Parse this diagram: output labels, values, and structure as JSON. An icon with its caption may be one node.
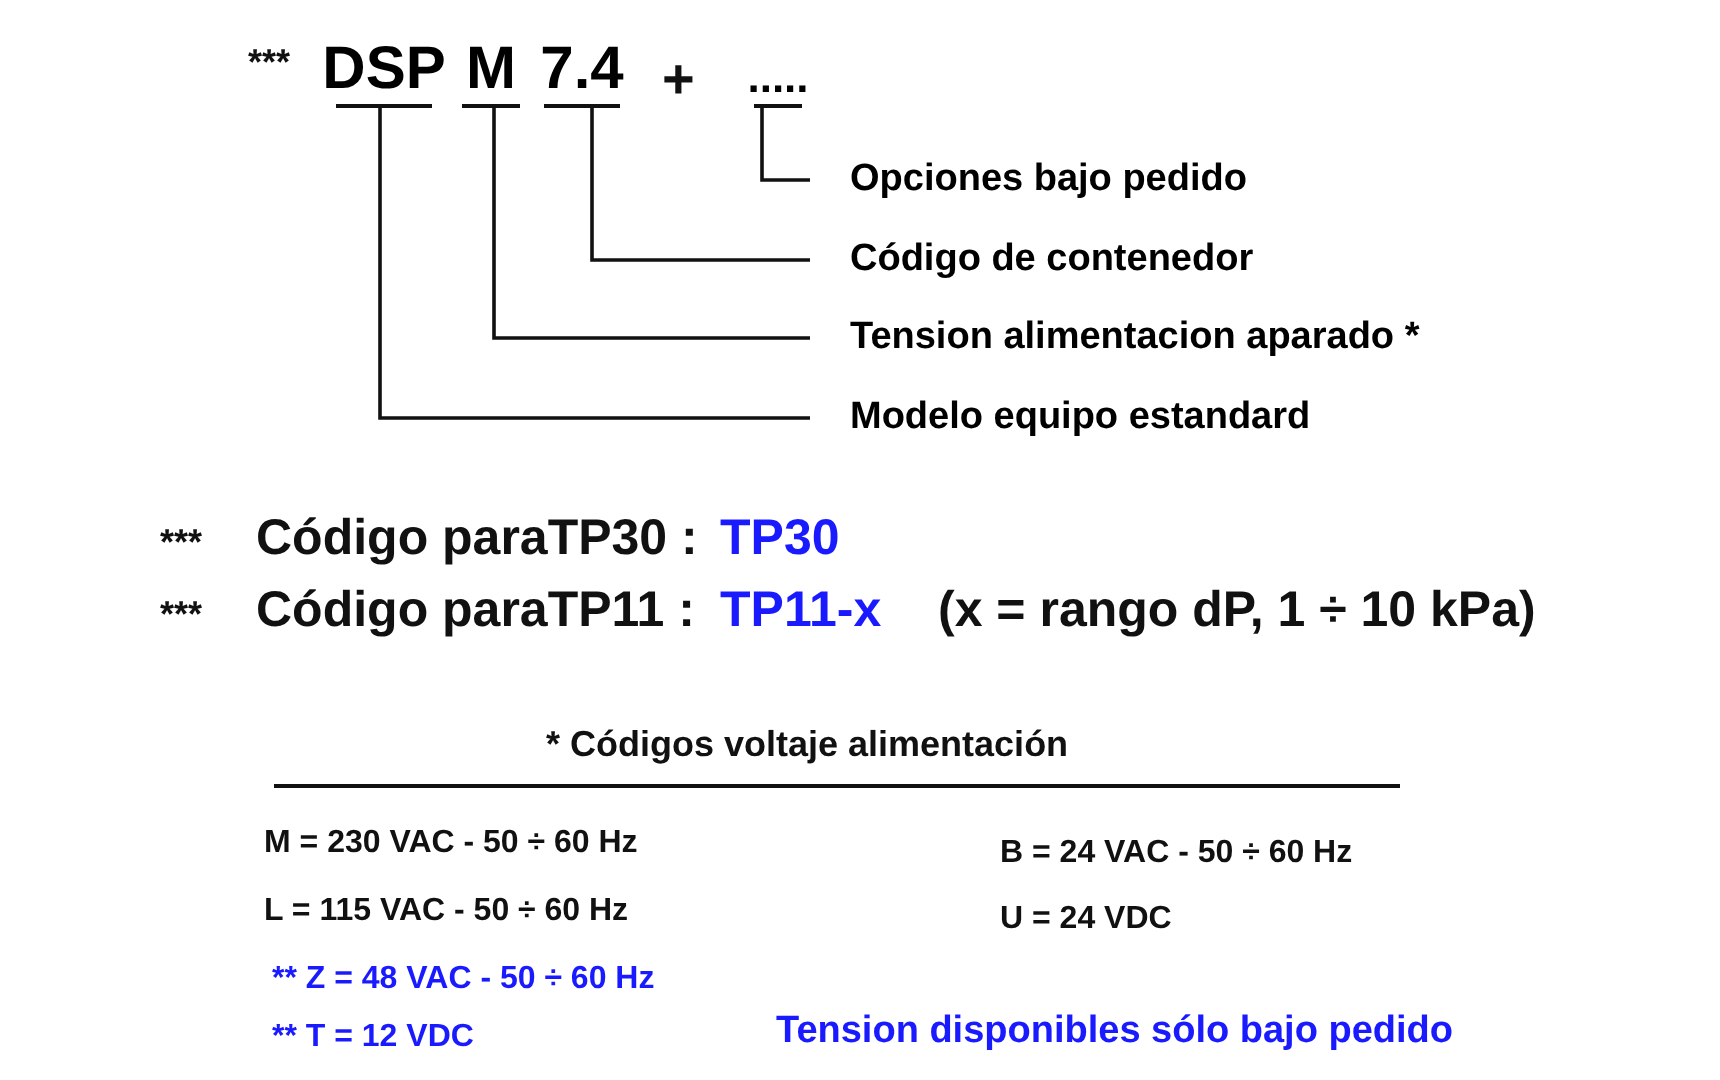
{
  "diagram": {
    "nodes": [
      {
        "text": [
          "DSP"
        ]
      },
      {
        "text": [
          "M"
        ]
      },
      {
        "text": [
          "7.4"
        ]
      },
      {
        "text": [
          "....."
        ]
      },
      {
        "text": [
          "Opciones bajo pedido"
        ]
      },
      {
        "text": [
          "Código de contenedor"
        ]
      },
      {
        "text": [
          "Tension alimentacion aparado *"
        ]
      },
      {
        "text": [
          "Modelo equipo estandard"
        ]
      }
    ],
    "edges": [
      {
        "from": 4,
        "to": 3,
        "arrow": "none"
      },
      {
        "from": 5,
        "to": 2,
        "arrow": "none"
      },
      {
        "from": 6,
        "to": 1,
        "arrow": "none"
      },
      {
        "from": 7,
        "to": 0,
        "arrow": "none"
      }
    ],
    "labels": [
      "***",
      "+",
      "***",
      "Código paraTP30 :",
      "TP30",
      "***",
      "Código paraTP11 :",
      "TP11-x",
      "(x = rango dP, 1 ÷ 10 kPa)",
      "* Códigos voltaje alimentación",
      "M = 230 VAC - 50 ÷ 60 Hz",
      "B = 24 VAC - 50 ÷ 60 Hz",
      "L = 115 VAC - 50 ÷ 60 Hz",
      "U = 24 VDC",
      "** Z = 48 VAC - 50 ÷ 60 Hz",
      "** T = 12 VDC",
      "Tension disponibles sólo bajo pedido"
    ]
  }
}
